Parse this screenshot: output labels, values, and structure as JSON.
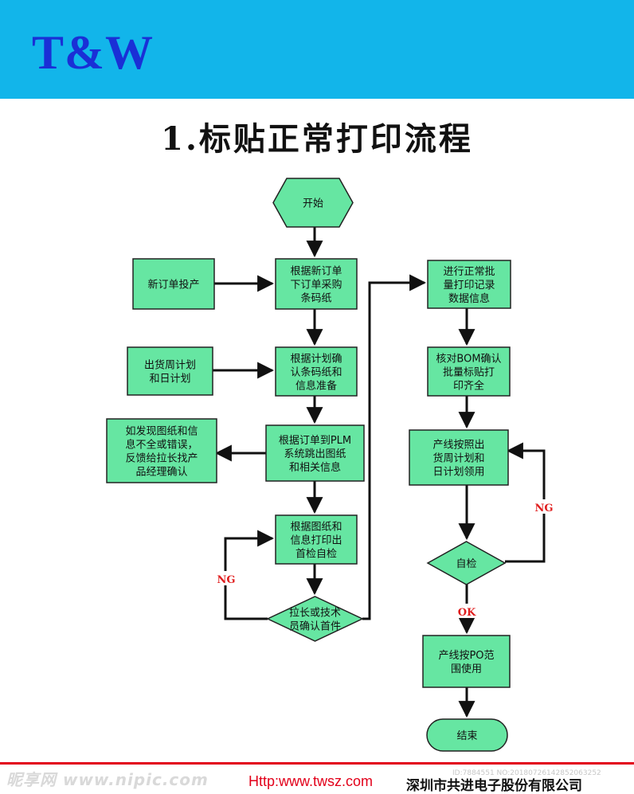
{
  "header": {
    "logo": "T&W",
    "bar_color": "#12b5ea",
    "logo_color": "#1a2fd6"
  },
  "title": "1.标贴正常打印流程",
  "colors": {
    "node_fill": "#66e6a2",
    "node_stroke": "#222222",
    "arrow": "#111111",
    "label_red": "#e01e1e"
  },
  "flowchart": {
    "nodes": [
      {
        "id": "start",
        "shape": "hexagon",
        "lines": [
          "开始"
        ]
      },
      {
        "id": "order_purchase",
        "shape": "rect",
        "lines": [
          "根据新订单",
          "下订单采购",
          "条码纸"
        ]
      },
      {
        "id": "new_order",
        "shape": "rect",
        "lines": [
          "新订单投产"
        ]
      },
      {
        "id": "plan_confirm",
        "shape": "rect",
        "lines": [
          "根据计划确",
          "认条码纸和",
          "信息准备"
        ]
      },
      {
        "id": "shipping_plan",
        "shape": "rect",
        "lines": [
          "出货周计划",
          "和日计划"
        ]
      },
      {
        "id": "plm_drawing",
        "shape": "rect",
        "lines": [
          "根据订单到PLM",
          "系统跳出图纸",
          "和相关信息"
        ]
      },
      {
        "id": "feedback",
        "shape": "rect",
        "lines": [
          "如发现图纸和信",
          "息不全或错误，",
          "反馈给拉长找产",
          "品经理确认"
        ]
      },
      {
        "id": "print_first",
        "shape": "rect",
        "lines": [
          "根据图纸和",
          "信息打印出",
          "首检自检"
        ]
      },
      {
        "id": "first_check",
        "shape": "diamond",
        "lines": [
          "拉长或技术",
          "员确认首件"
        ]
      },
      {
        "id": "batch_print",
        "shape": "rect",
        "lines": [
          "进行正常批",
          "量打印记录",
          "数据信息"
        ]
      },
      {
        "id": "bom_check",
        "shape": "rect",
        "lines": [
          "核对BOM确认",
          "批量标贴打",
          "印齐全"
        ]
      },
      {
        "id": "line_receive",
        "shape": "rect",
        "lines": [
          "产线按照出",
          "货周计划和",
          "日计划领用"
        ]
      },
      {
        "id": "self_check",
        "shape": "diamond",
        "lines": [
          "自检"
        ]
      },
      {
        "id": "line_use",
        "shape": "rect",
        "lines": [
          "产线按PO范",
          "围使用"
        ]
      },
      {
        "id": "end",
        "shape": "terminal",
        "lines": [
          "结束"
        ]
      }
    ],
    "labels": {
      "ng_left": "NG",
      "ng_right": "NG",
      "ok": "OK"
    }
  },
  "footer": {
    "url": "Http:www.twsz.com",
    "company": "深圳市共进电子股份有限公司",
    "watermark": "昵享网 www.nipic.com",
    "image_id": "ID:7884551 NO:20180726142852063252"
  }
}
